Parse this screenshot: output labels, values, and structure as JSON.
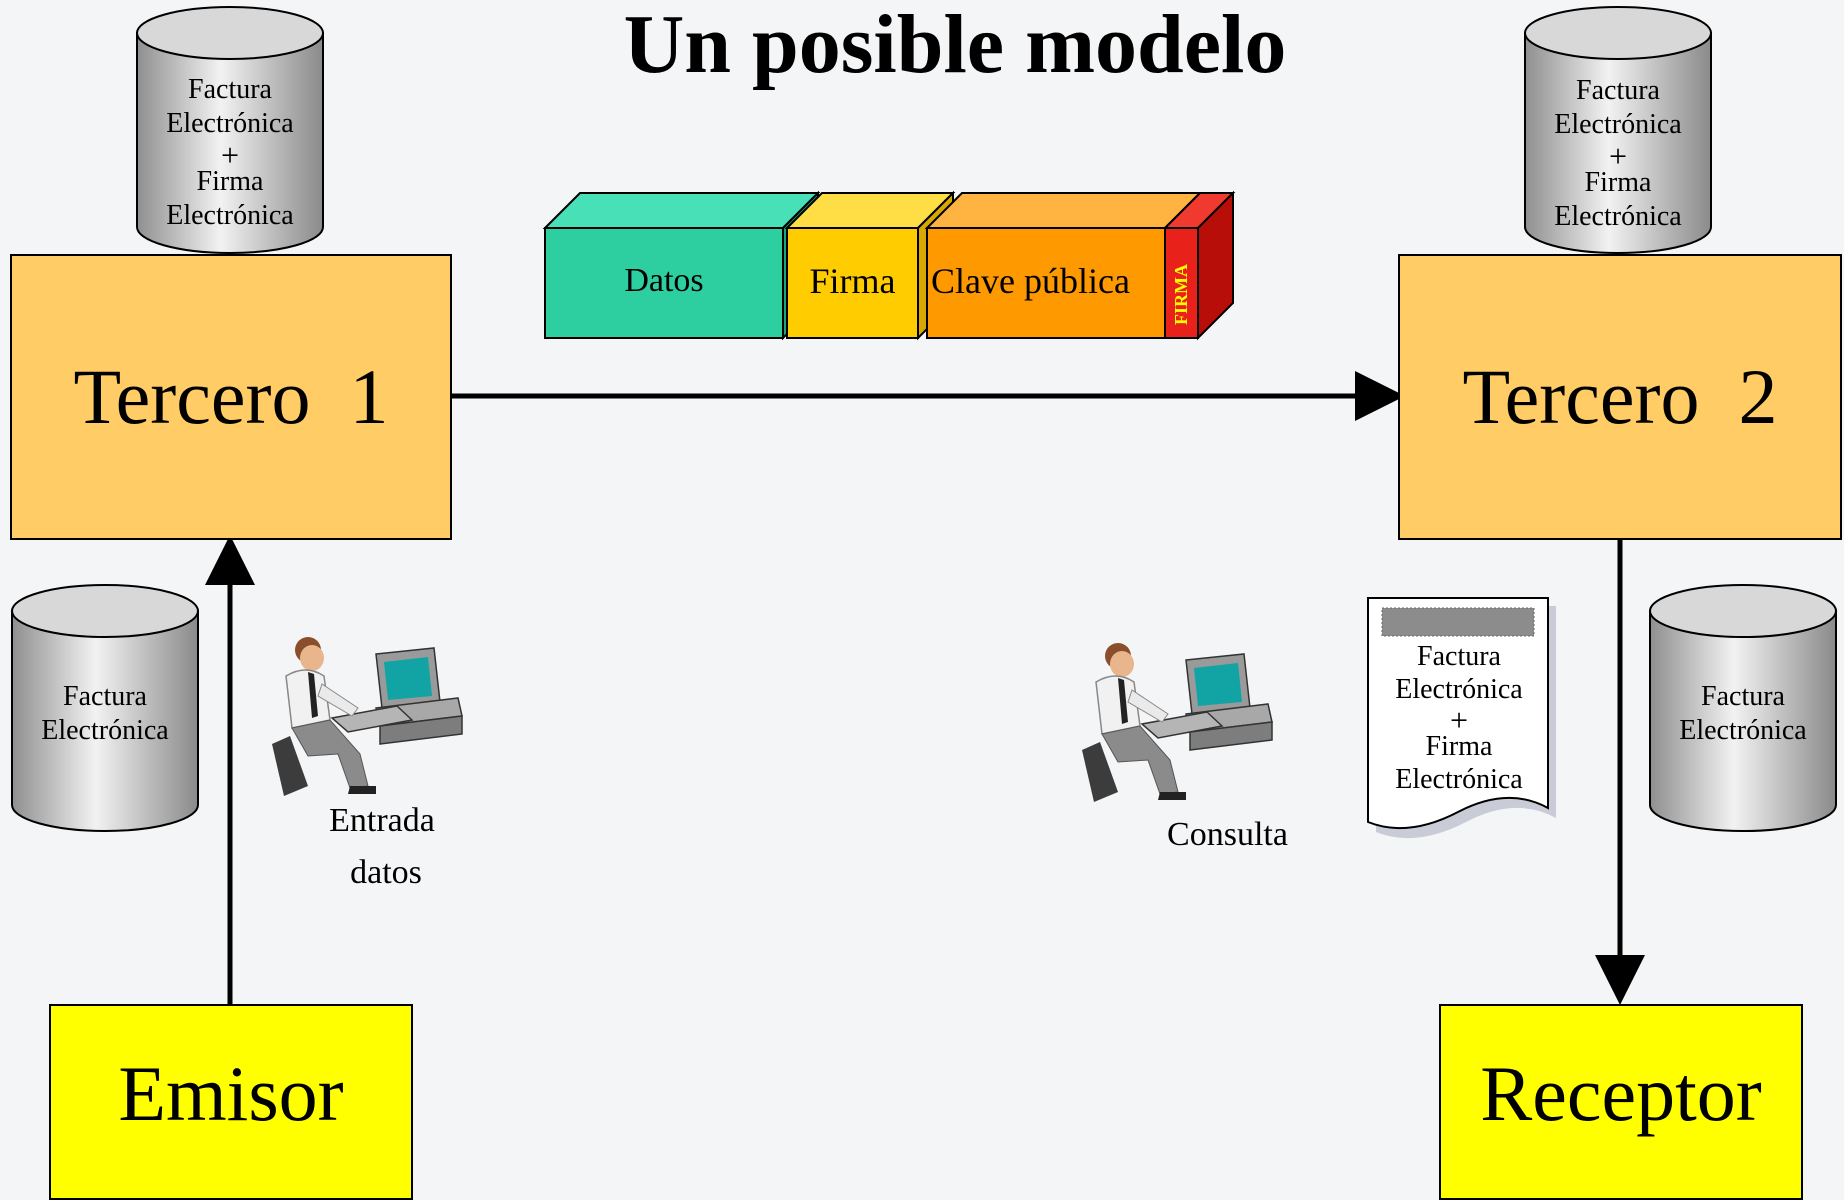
{
  "title": "Un posible modelo",
  "nodes": {
    "tercero1": "Tercero  1",
    "tercero2": "Tercero  2",
    "emisor": "Emisor",
    "receptor": "Receptor"
  },
  "packet": {
    "datos": "Datos",
    "firma": "Firma",
    "clave": "Clave pública",
    "seal": "FIRMA"
  },
  "databases": {
    "signed": [
      "Factura",
      "Electrónica",
      "+",
      "Firma",
      "Electrónica"
    ],
    "plain": [
      "Factura",
      "Electrónica"
    ]
  },
  "document": [
    "Factura",
    "Electrónica",
    "+",
    "Firma",
    "Electrónica"
  ],
  "people": {
    "entrada_line1": "Entrada",
    "entrada_line2": "datos",
    "consulta": "Consulta"
  },
  "colors": {
    "tercero": "#ffcc66",
    "party": "#ffff00",
    "datos": "#2dcfa0",
    "firma": "#ffcc00",
    "clave": "#ff9900",
    "seal": "#e8211a"
  }
}
